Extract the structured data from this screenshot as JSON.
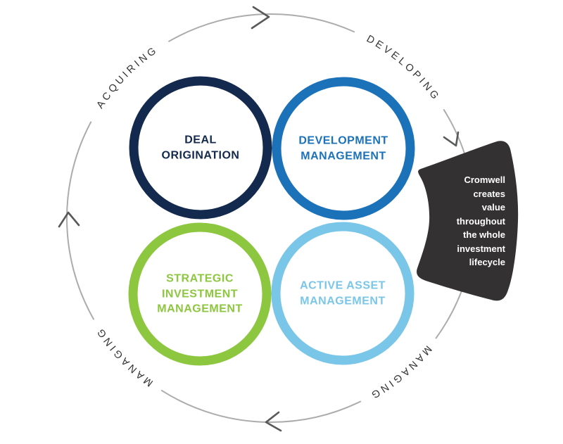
{
  "diagram": {
    "title_hint": "Investment lifecycle diagram",
    "stages": {
      "acquiring": {
        "label": "ACQUIRING"
      },
      "developing": {
        "label": "DEVELOPING"
      },
      "managing_right": {
        "label": "MANAGING"
      },
      "managing_left": {
        "label": "MANAGING"
      }
    },
    "circles": {
      "deal_origination": {
        "label": "DEAL\nORIGINATION",
        "color": "#14294e"
      },
      "development_management": {
        "label": "DEVELOPMENT\nMANAGEMENT",
        "color": "#1c72b9"
      },
      "strategic_investment_management": {
        "label": "STRATEGIC\nINVESTMENT\nMANAGEMENT",
        "color": "#8dc63f"
      },
      "active_asset_management": {
        "label": "ACTIVE ASSET\nMANAGEMENT",
        "color": "#7ac6e8"
      }
    },
    "badge": {
      "text": "Cromwell\ncreates\nvalue\nthroughout\nthe whole\ninvestment\nlifecycle",
      "background": "#333132",
      "text_color": "#ffffff"
    },
    "arc_color": "#acacac",
    "arrow_color": "#58595b",
    "stage_label_color": "#333333"
  }
}
